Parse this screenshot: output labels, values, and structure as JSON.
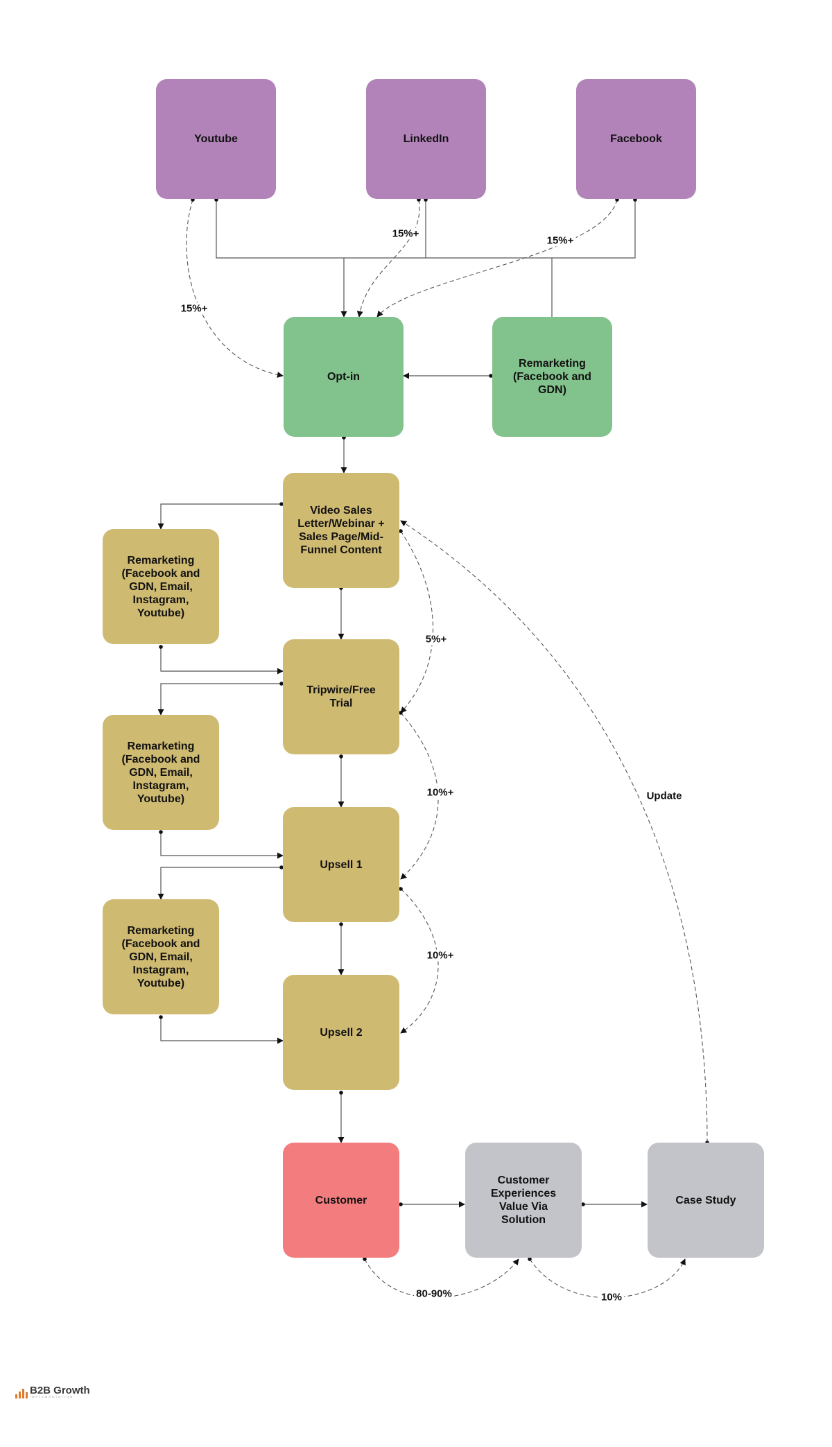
{
  "colors": {
    "source": "#b283b9",
    "entry": "#82c28c",
    "funnel": "#cfba72",
    "customer": "#f37d7e",
    "post": "#c2c4c9"
  },
  "nodes": {
    "youtube": "Youtube",
    "linkedin": "LinkedIn",
    "facebook": "Facebook",
    "optin": "Opt-in",
    "remarketing_fb_gdn": "Remarketing (Facebook and GDN)",
    "video_sales": "Video Sales Letter/Webinar + Sales Page/Mid-Funnel Content",
    "remarketing_1": "Remarketing (Facebook and GDN, Email, Instagram, Youtube)",
    "tripwire": "Tripwire/Free Trial",
    "remarketing_2": "Remarketing (Facebook and GDN, Email, Instagram, Youtube)",
    "upsell1": "Upsell 1",
    "remarketing_3": "Remarketing (Facebook and GDN, Email, Instagram, Youtube)",
    "upsell2": "Upsell 2",
    "customer": "Customer",
    "customer_value": "Customer Experiences Value Via Solution",
    "case_study": "Case Study"
  },
  "labels": {
    "youtube_rate": "15%+",
    "linkedin_rate": "15%+",
    "facebook_rate": "15%+",
    "tripwire_rate": "5%+",
    "upsell1_rate": "10%+",
    "upsell2_rate": "10%+",
    "update": "Update",
    "value_rate": "80-90%",
    "case_rate": "10%"
  },
  "logo": {
    "name": "B2B Growth",
    "sub": "IMPLEMENTATION"
  }
}
